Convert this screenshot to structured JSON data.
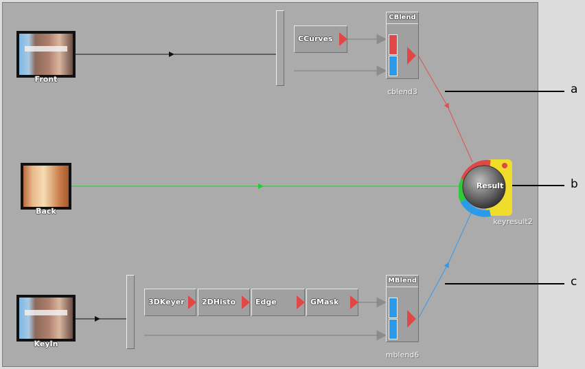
{
  "inputs": {
    "front": {
      "label": "Front"
    },
    "back": {
      "label": "Back"
    },
    "keyin": {
      "label": "KeyIn"
    }
  },
  "top_branch": {
    "processor": {
      "label": "CCurves"
    },
    "blend": {
      "title": "CBlend",
      "name": "cblend3"
    }
  },
  "bottom_branch": {
    "processors": [
      {
        "label": "3DKeyer"
      },
      {
        "label": "2DHisto"
      },
      {
        "label": "Edge"
      },
      {
        "label": "GMask"
      }
    ],
    "blend": {
      "title": "MBlend",
      "name": "mblend6"
    }
  },
  "result": {
    "label": "Result",
    "name": "keyresult2"
  },
  "callouts": {
    "a": "a",
    "b": "b",
    "c": "c"
  },
  "colors": {
    "canvas": "#ababab",
    "wire_front": "#111111",
    "wire_back": "#22cc33",
    "wire_matte": "#3399ee",
    "wire_front_out": "#e05050",
    "port_red": "#e04848",
    "port_blue": "#2b9ae8",
    "result_yellow": "#f0dc2a"
  },
  "icons": {
    "output": "red-triangle-output-icon",
    "flow": "arrowhead-icon"
  }
}
